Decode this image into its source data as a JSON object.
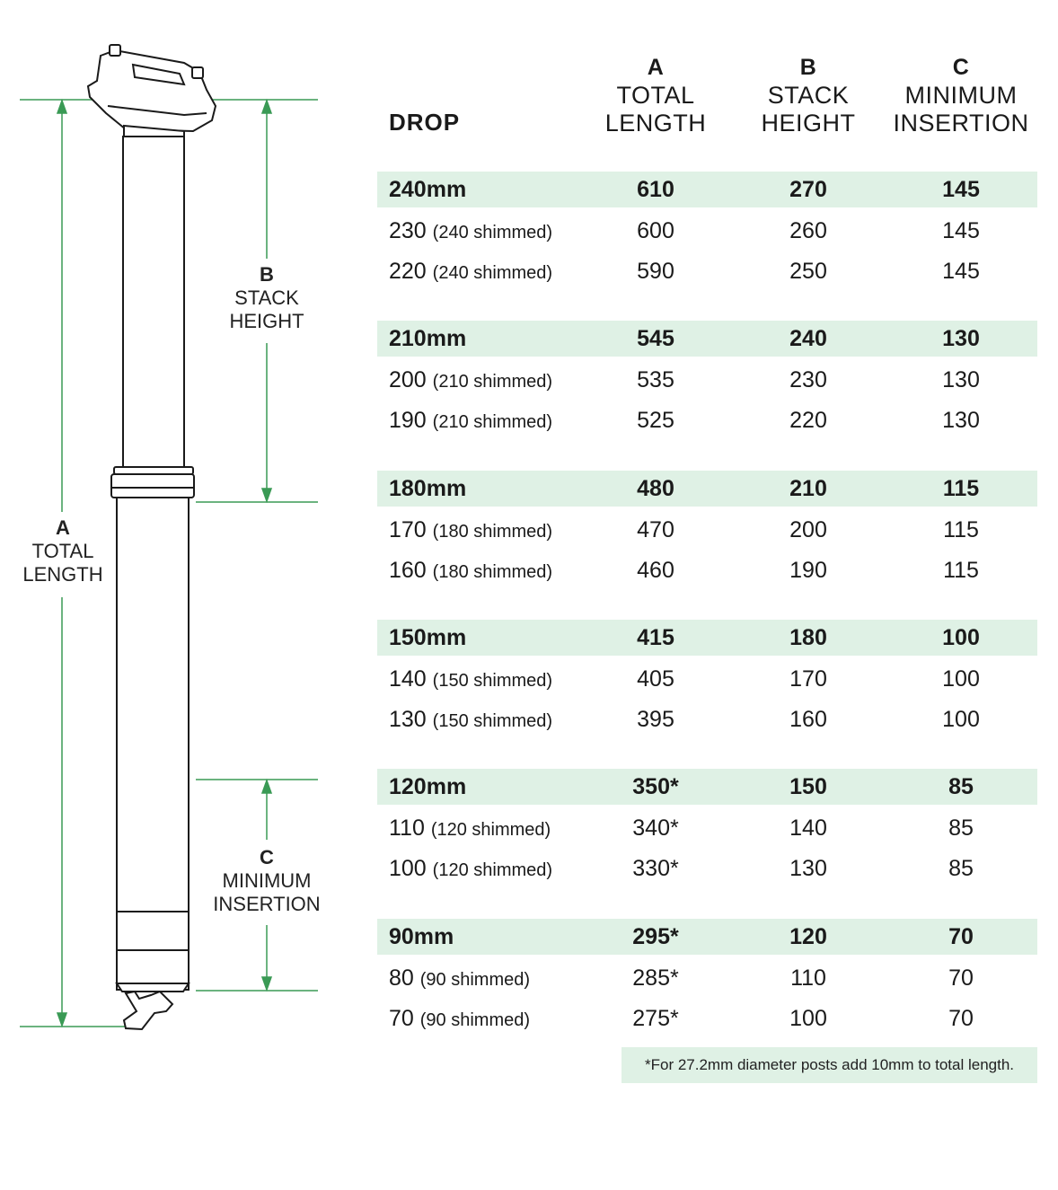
{
  "labels": {
    "left_a": {
      "letter": "A",
      "line1": "TOTAL",
      "line2": "LENGTH"
    },
    "left_b": {
      "letter": "B",
      "line1": "STACK",
      "line2": "HEIGHT"
    },
    "left_c": {
      "letter": "C",
      "line1": "MINIMUM",
      "line2": "INSERTION"
    }
  },
  "table": {
    "drop_header": "DROP",
    "columns": [
      {
        "letter": "A",
        "line1": "TOTAL",
        "line2": "LENGTH"
      },
      {
        "letter": "B",
        "line1": "STACK",
        "line2": "HEIGHT"
      },
      {
        "letter": "C",
        "line1": "MINIMUM",
        "line2": "INSERTION"
      }
    ],
    "rows": [
      {
        "drop": "240mm",
        "sub": "",
        "a": "610",
        "b": "270",
        "c": "145",
        "main": true
      },
      {
        "drop": "230",
        "sub": "(240 shimmed)",
        "a": "600",
        "b": "260",
        "c": "145",
        "main": false
      },
      {
        "drop": "220",
        "sub": "(240 shimmed)",
        "a": "590",
        "b": "250",
        "c": "145",
        "main": false
      },
      {
        "drop": "210mm",
        "sub": "",
        "a": "545",
        "b": "240",
        "c": "130",
        "main": true
      },
      {
        "drop": "200",
        "sub": "(210 shimmed)",
        "a": "535",
        "b": "230",
        "c": "130",
        "main": false
      },
      {
        "drop": "190",
        "sub": "(210 shimmed)",
        "a": "525",
        "b": "220",
        "c": "130",
        "main": false
      },
      {
        "drop": "180mm",
        "sub": "",
        "a": "480",
        "b": "210",
        "c": "115",
        "main": true
      },
      {
        "drop": "170",
        "sub": "(180 shimmed)",
        "a": "470",
        "b": "200",
        "c": "115",
        "main": false
      },
      {
        "drop": "160",
        "sub": "(180 shimmed)",
        "a": "460",
        "b": "190",
        "c": "115",
        "main": false
      },
      {
        "drop": "150mm",
        "sub": "",
        "a": "415",
        "b": "180",
        "c": "100",
        "main": true
      },
      {
        "drop": "140",
        "sub": "(150 shimmed)",
        "a": "405",
        "b": "170",
        "c": "100",
        "main": false
      },
      {
        "drop": "130",
        "sub": "(150 shimmed)",
        "a": "395",
        "b": "160",
        "c": "100",
        "main": false
      },
      {
        "drop": "120mm",
        "sub": "",
        "a": "350*",
        "b": "150",
        "c": "85",
        "main": true
      },
      {
        "drop": "110",
        "sub": "(120 shimmed)",
        "a": "340*",
        "b": "140",
        "c": "85",
        "main": false
      },
      {
        "drop": "100",
        "sub": "(120 shimmed)",
        "a": "330*",
        "b": "130",
        "c": "85",
        "main": false
      },
      {
        "drop": "90mm",
        "sub": "",
        "a": "295*",
        "b": "120",
        "c": "70",
        "main": true
      },
      {
        "drop": "80",
        "sub": "(90 shimmed)",
        "a": "285*",
        "b": "110",
        "c": "70",
        "main": false
      },
      {
        "drop": "70",
        "sub": "(90 shimmed)",
        "a": "275*",
        "b": "100",
        "c": "70",
        "main": false
      }
    ],
    "footnote": "*For 27.2mm diameter posts add 10mm to total length."
  },
  "colors": {
    "dimension_line": "#3a9a55",
    "row_highlight": "#dff1e5",
    "post_outline": "#1a1a1a"
  }
}
